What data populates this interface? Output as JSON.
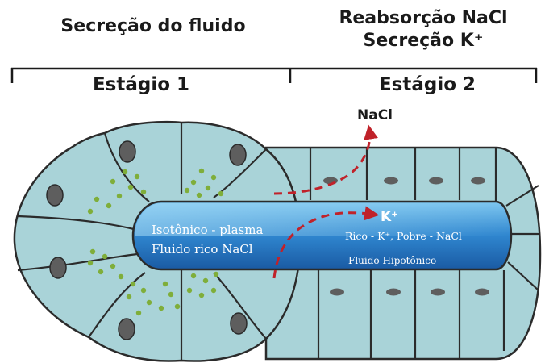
{
  "headers": {
    "left_title": "Secreção do fluido",
    "right_title_line1": "Reabsorção NaCl",
    "right_title_line2": "Secreção K⁺",
    "stage1": "Estágio 1",
    "stage2": "Estágio 2"
  },
  "labels": {
    "nacl_out": "NaCl",
    "k_in": "K⁺",
    "lumen_left_line1": "Isotônico - plasma",
    "lumen_left_line2": "Fluido rico NaCl",
    "lumen_right_line1": "Rico - K⁺, Pobre - NaCl",
    "lumen_right_line2": "Fluido Hipotônico"
  },
  "colors": {
    "cell_fill": "#a9d3d8",
    "outline": "#2b2b2b",
    "nucleus": "#5e5e5e",
    "granule": "#7fae3a",
    "lumen_light": "#8fd0f2",
    "lumen_dark": "#1c5fa8",
    "arrow": "#c0222a"
  }
}
